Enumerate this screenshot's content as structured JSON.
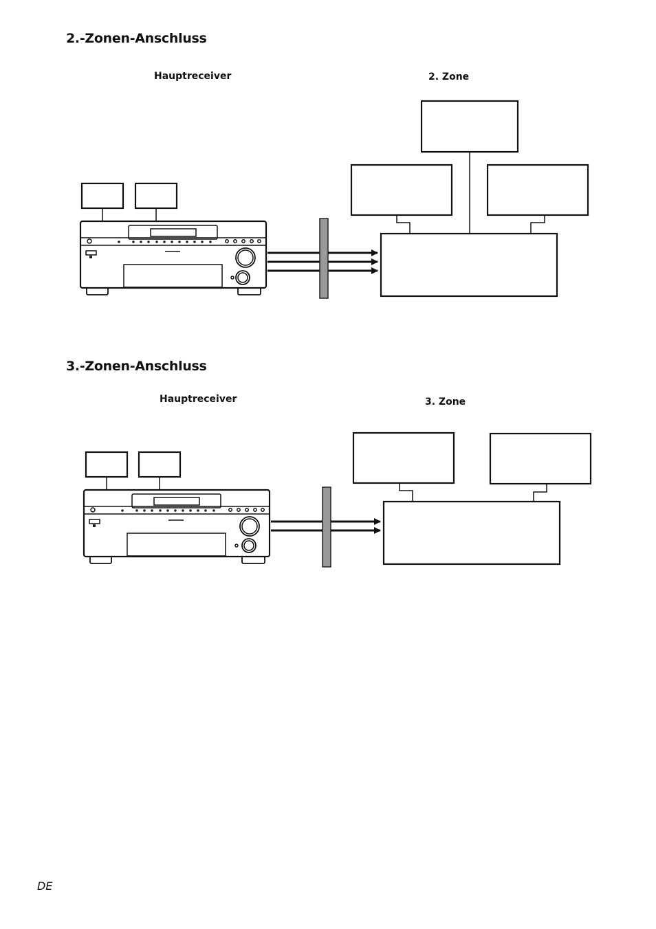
{
  "section_2zone": {
    "heading": "2.-Zonen-Anschluss",
    "main_receiver_label": "Hauptreceiver",
    "zone_label": "2. Zone"
  },
  "section_3zone": {
    "heading": "3.-Zonen-Anschluss",
    "main_receiver_label": "Hauptreceiver",
    "zone_label": "3. Zone"
  },
  "footer": {
    "language_code": "DE"
  }
}
